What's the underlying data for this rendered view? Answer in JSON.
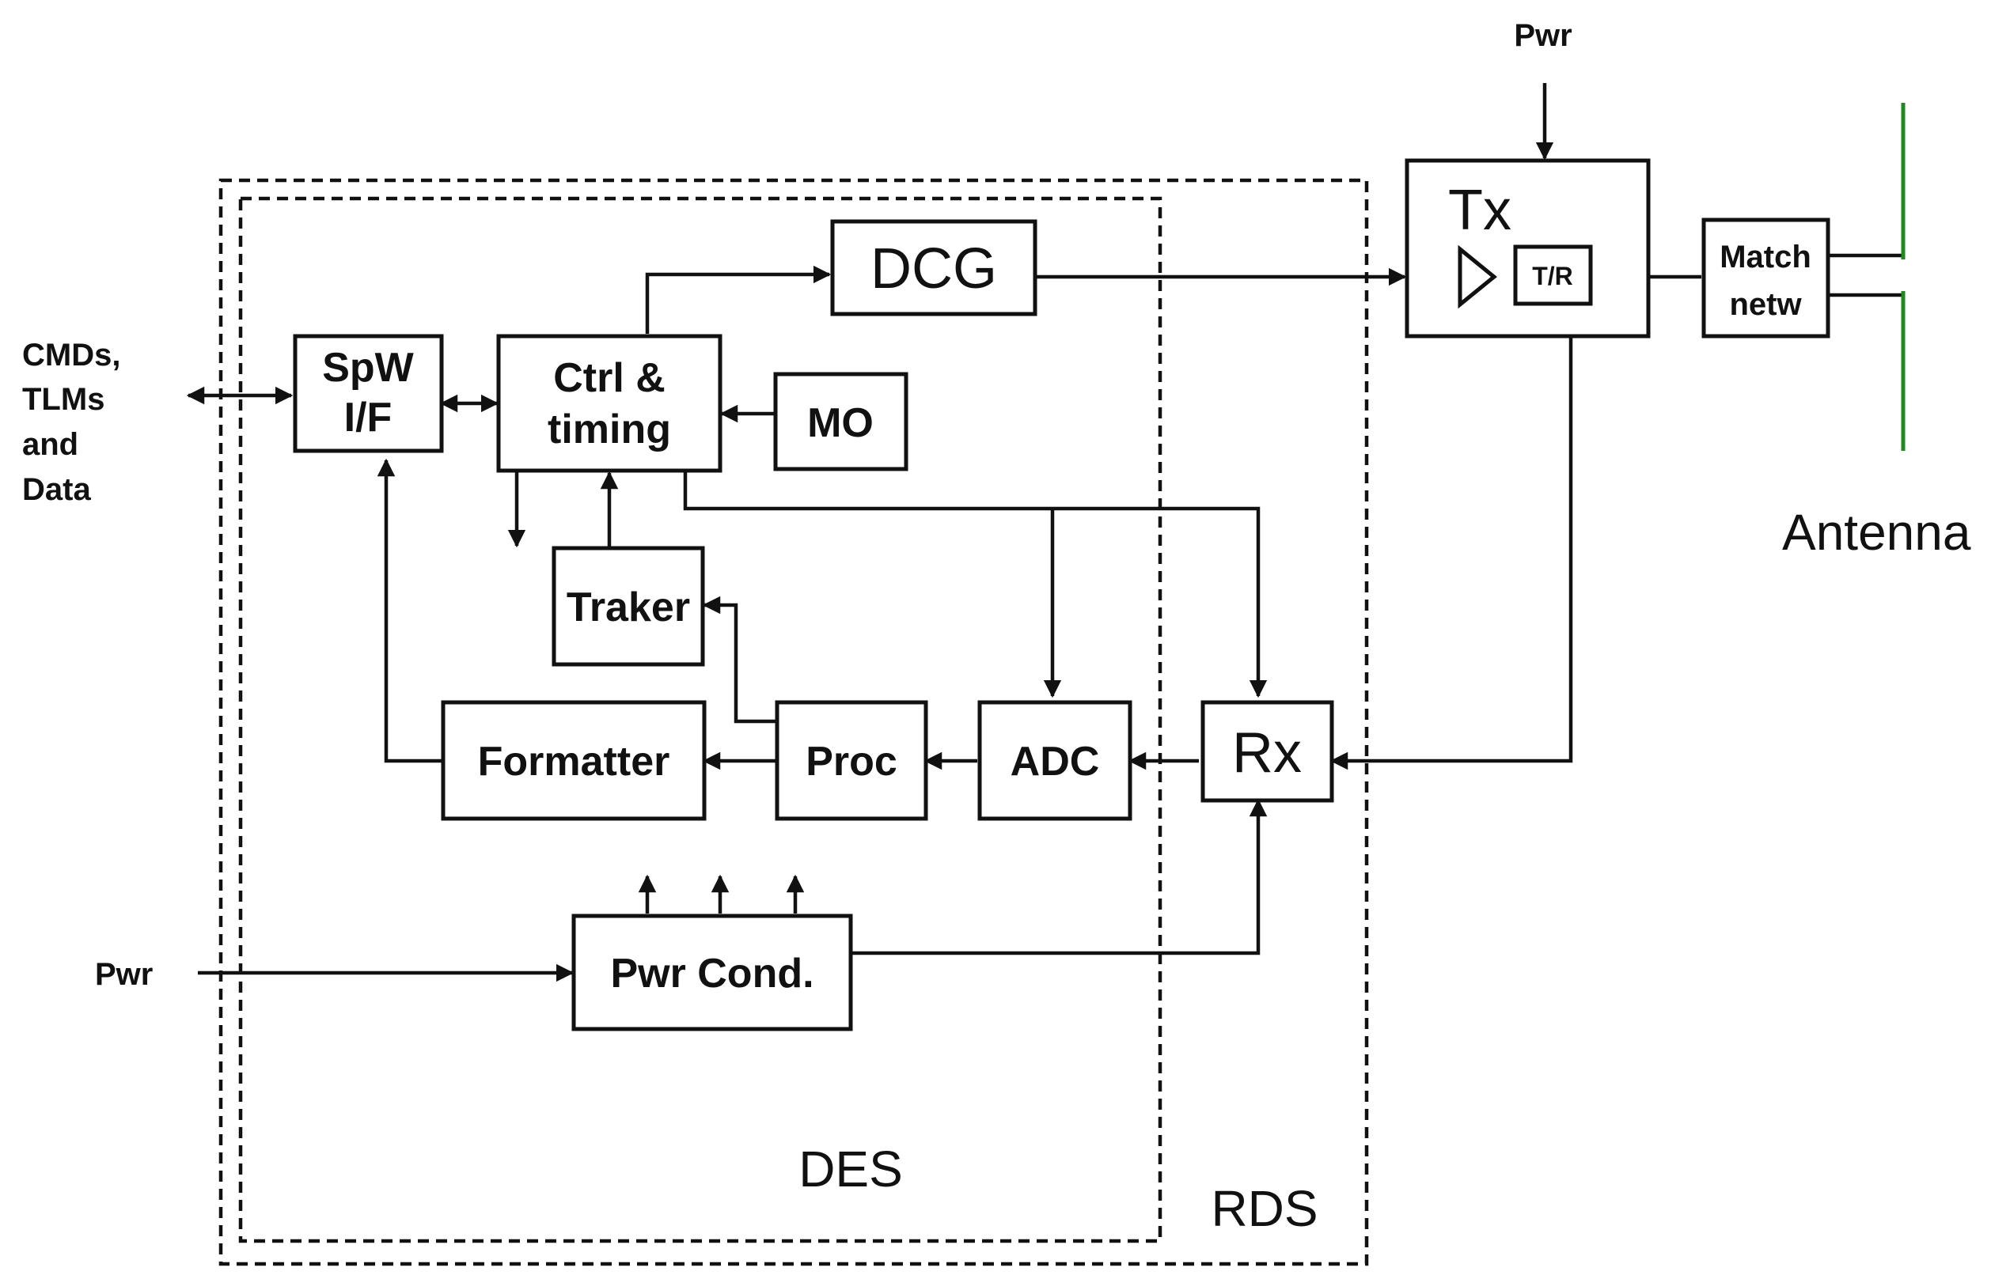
{
  "blocks": {
    "spw": [
      "SpW",
      "I/F"
    ],
    "ctrl": [
      "Ctrl &",
      "timing"
    ],
    "dcg": "DCG",
    "mo": "MO",
    "traker": "Traker",
    "formatter": "Formatter",
    "proc": "Proc",
    "adc": "ADC",
    "rx": "Rx",
    "pwr_cond": "Pwr Cond.",
    "tx": "Tx",
    "tr": "T/R",
    "match": [
      "Match",
      "netw"
    ]
  },
  "labels": {
    "cmds": [
      "CMDs,",
      "TLMs",
      "and",
      "Data"
    ],
    "pwr_in": "Pwr",
    "pwr_top": "Pwr",
    "antenna": "Antenna",
    "des": "DES",
    "rds": "RDS"
  }
}
